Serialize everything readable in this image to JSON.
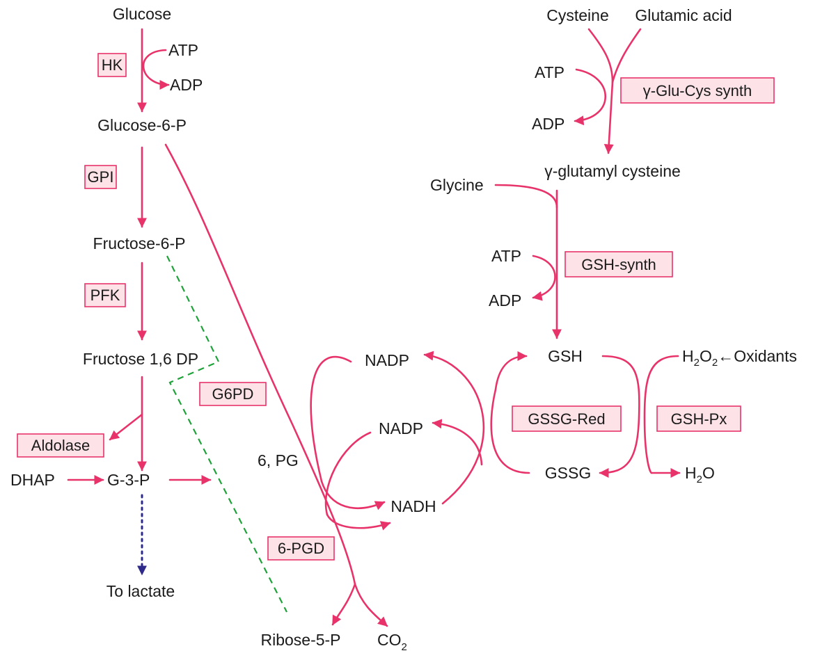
{
  "metabolites": {
    "glucose": "Glucose",
    "atp_hk": "ATP",
    "adp_hk": "ADP",
    "g6p": "Glucose-6-P",
    "f6p": "Fructose-6-P",
    "f16dp": "Fructose 1,6 DP",
    "dhap": "DHAP",
    "g3p": "G-3-P",
    "to_lactate": "To lactate",
    "pg6": "6, PG",
    "ribose5p": "Ribose-5-P",
    "co2": "CO",
    "co2_sub": "2",
    "nadp1": "NADP",
    "nadp2": "NADP",
    "nadh": "NADH",
    "cysteine": "Cysteine",
    "glutamic_acid": "Glutamic acid",
    "atp_glu": "ATP",
    "adp_glu": "ADP",
    "gamma_glutamyl_cysteine": "γ-glutamyl cysteine",
    "glycine": "Glycine",
    "atp_gsh": "ATP",
    "adp_gsh": "ADP",
    "gsh": "GSH",
    "gssg": "GSSG",
    "h2o2_h": "H",
    "h2o2_sub1": "2",
    "h2o2_o": "O",
    "h2o2_sub2": "2",
    "h2o2_rest": "←Oxidants",
    "h2o_h": "H",
    "h2o_sub": "2",
    "h2o_o": "O"
  },
  "enzymes": {
    "hk": "HK",
    "gpi": "GPI",
    "pfk": "PFK",
    "aldolase": "Aldolase",
    "g6pd": "G6PD",
    "pgd6": "6-PGD",
    "glu_cys_synth": "γ-Glu-Cys synth",
    "gsh_synth": "GSH-synth",
    "gssg_red": "GSSG-Red",
    "gsh_px": "GSH-Px"
  },
  "colors": {
    "arrow": "#e8336a",
    "enzyme_box_fill": "#fde3e7",
    "pentose_dash": "#1fa23a",
    "lactate_dots": "#2e2a8a",
    "text": "#1a1a1a"
  }
}
